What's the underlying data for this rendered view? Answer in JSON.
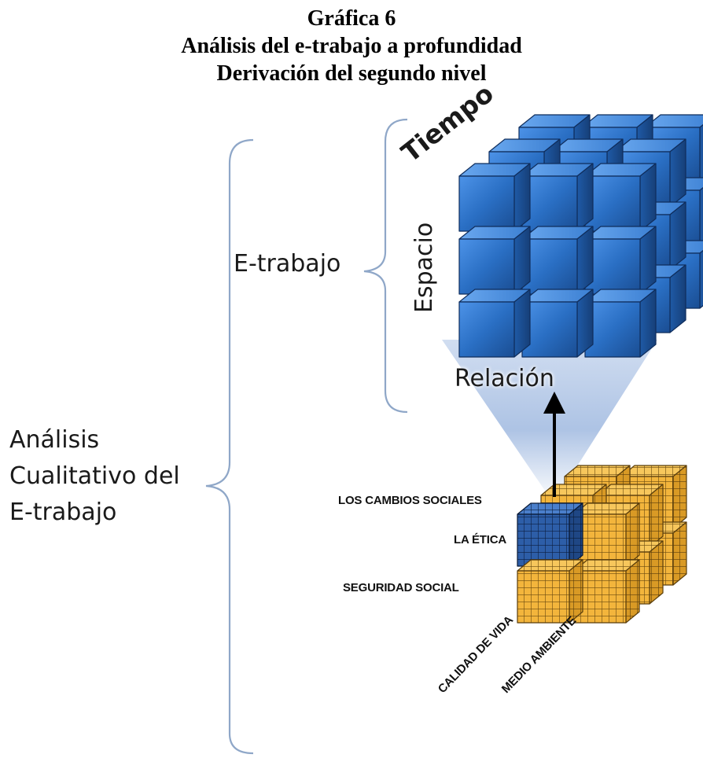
{
  "title": {
    "line1": "Gráfica 6",
    "line2": "Análisis del e-trabajo a profundidad",
    "line3": "Derivación del segundo nivel"
  },
  "root": {
    "line1": "Análisis",
    "line2": "Cualitativo del",
    "line3": "E-trabajo"
  },
  "branch": {
    "label": "E-trabajo"
  },
  "big_cube": {
    "axis_time": "Tiempo",
    "axis_space": "Espacio",
    "color": "#2a6fc4"
  },
  "connector": {
    "label": "Relación"
  },
  "small_cube": {
    "row_labels": [
      "LOS CAMBIOS SOCIALES",
      "LA ÉTICA",
      "SEGURIDAD SOCIAL"
    ],
    "column_labels": [
      "CALIDAD DE VIDA",
      "MEDIO AMBIENTE"
    ],
    "highlight_color": "#2a5fa8",
    "base_color": "#f2b43a"
  },
  "colors": {
    "bracket": "#8fa7c8",
    "funnel": "#b9cdea",
    "text": "#1a1a1a"
  }
}
